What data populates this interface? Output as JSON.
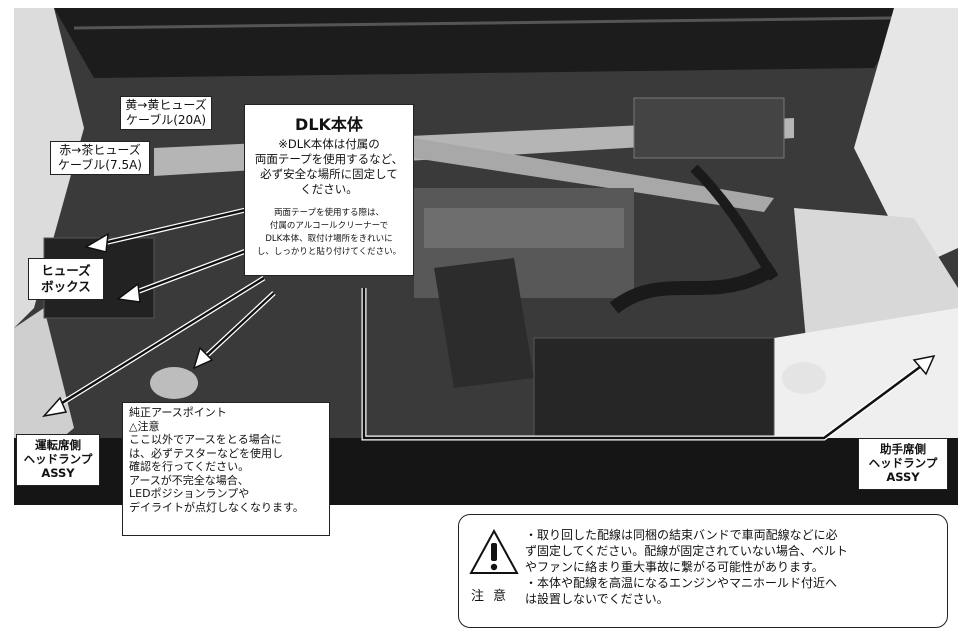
{
  "labels": {
    "fuse_yellow": [
      "黄→黄ヒューズ",
      "ケーブル(20A)"
    ],
    "fuse_red": [
      "赤→茶ヒューズ",
      "ケーブル(7.5A)"
    ],
    "fuse_box": [
      "ヒューズ",
      "ボックス"
    ],
    "driver_headlamp": [
      "運転席側",
      "ヘッドランプ",
      "ASSY"
    ],
    "passenger_headlamp": [
      "助手席側",
      "ヘッドランプ",
      "ASSY"
    ]
  },
  "dlk": {
    "title": "DLK本体",
    "note": [
      "※DLK本体は付属の",
      "両面テープを使用するなど、",
      "必ず安全な場所に固定して",
      "ください。"
    ],
    "sub": [
      "両面テープを使用する際は、",
      "付属のアルコールクリーナーで",
      "DLK本体、取付け場所をきれいに",
      "し、しっかりと貼り付けてください。"
    ]
  },
  "earth": {
    "lines": [
      "純正アースポイント",
      "△注意",
      "ここ以外でアースをとる場合に",
      "は、必ずテスターなどを使用し",
      "確認を行ってください。",
      "アースが不完全な場合、",
      "LEDポジションランプや",
      "デイライトが点灯しなくなります。"
    ]
  },
  "caution": {
    "kanji": "注意",
    "lines": [
      "・取り回した配線は同梱の結束バンドで車両配線などに必",
      "ず固定してください。配線が固定されていない場合、ベルト",
      "やファンに絡まり重大事故に繋がる可能性があります。",
      "・本体や配線を高温になるエンジンやマニホールド付近へ",
      "は設置しないでください。"
    ]
  },
  "colors": {
    "photo_dark": "#2a2a2a",
    "body_white": "#e8e8e8",
    "metal": "#9a9a9a"
  }
}
